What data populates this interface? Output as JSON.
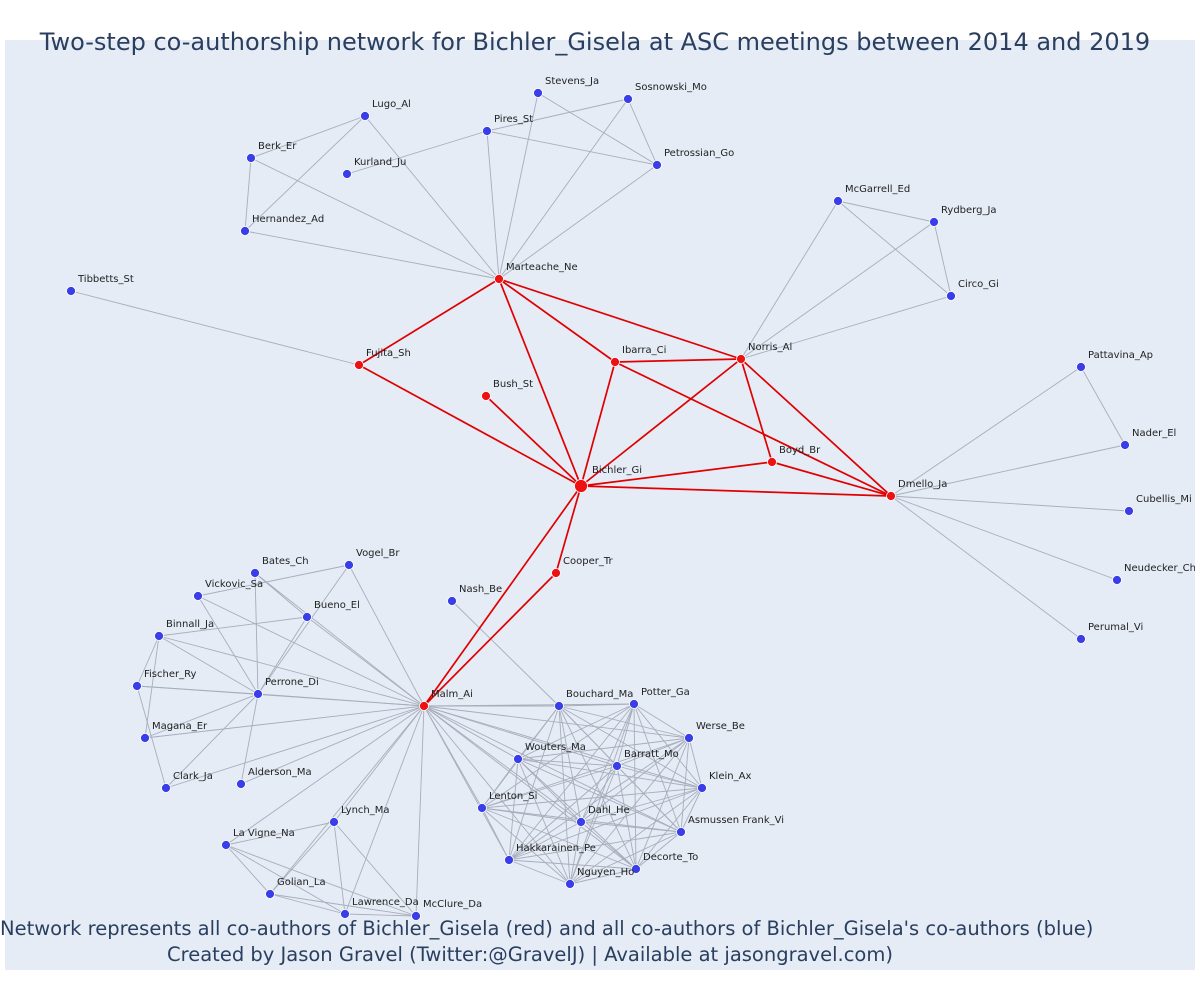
{
  "title": "Two-step co-authorship network for Bichler_Gisela at ASC meetings between 2014 and 2019",
  "caption": {
    "line1": "Network represents all co-authors of Bichler_Gisela (red) and all co-authors of Bichler_Gisela's co-authors (blue)",
    "line2": "Created by Jason Gravel (Twitter:@GravelJ) | Available at jasongravel.com)"
  },
  "colors": {
    "background": "#e5ecf6",
    "red_node": "#ee1111",
    "blue_node": "#3a3ee8",
    "red_edge": "#e00000",
    "gray_edge": "#a9adbb",
    "text": "#2a3f5f"
  },
  "chart_data": {
    "type": "network",
    "center": "Bichler_Gi",
    "nodes": [
      {
        "id": "Bichler_Gi",
        "group": "center"
      },
      {
        "id": "Marteache_Ne",
        "group": "red"
      },
      {
        "id": "Fujita_Sh",
        "group": "red"
      },
      {
        "id": "Bush_St",
        "group": "red"
      },
      {
        "id": "Ibarra_Ci",
        "group": "red"
      },
      {
        "id": "Norris_Al",
        "group": "red"
      },
      {
        "id": "Boyd_Br",
        "group": "red"
      },
      {
        "id": "Dmello_Ja",
        "group": "red"
      },
      {
        "id": "Cooper_Tr",
        "group": "red"
      },
      {
        "id": "Malm_Ai",
        "group": "red"
      },
      {
        "id": "Stevens_Ja",
        "group": "blue"
      },
      {
        "id": "Sosnowski_Mo",
        "group": "blue"
      },
      {
        "id": "Lugo_Al",
        "group": "blue"
      },
      {
        "id": "Pires_St",
        "group": "blue"
      },
      {
        "id": "Petrossian_Go",
        "group": "blue"
      },
      {
        "id": "Berk_Er",
        "group": "blue"
      },
      {
        "id": "Kurland_Ju",
        "group": "blue"
      },
      {
        "id": "Hernandez_Ad",
        "group": "blue"
      },
      {
        "id": "McGarrell_Ed",
        "group": "blue"
      },
      {
        "id": "Rydberg_Ja",
        "group": "blue"
      },
      {
        "id": "Circo_Gi",
        "group": "blue"
      },
      {
        "id": "Tibbetts_St",
        "group": "blue"
      },
      {
        "id": "Pattavina_Ap",
        "group": "blue"
      },
      {
        "id": "Nader_El",
        "group": "blue"
      },
      {
        "id": "Cubellis_Mi",
        "group": "blue"
      },
      {
        "id": "Neudecker_Ch",
        "group": "blue"
      },
      {
        "id": "Perumal_Vi",
        "group": "blue"
      },
      {
        "id": "Bates_Ch",
        "group": "blue"
      },
      {
        "id": "Vogel_Br",
        "group": "blue"
      },
      {
        "id": "Vickovic_Sa",
        "group": "blue"
      },
      {
        "id": "Bueno_El",
        "group": "blue"
      },
      {
        "id": "Binnall_Ja",
        "group": "blue"
      },
      {
        "id": "Nash_Be",
        "group": "blue"
      },
      {
        "id": "Fischer_Ry",
        "group": "blue"
      },
      {
        "id": "Perrone_Di",
        "group": "blue"
      },
      {
        "id": "Magana_Er",
        "group": "blue"
      },
      {
        "id": "Clark_Ja",
        "group": "blue"
      },
      {
        "id": "Alderson_Ma",
        "group": "blue"
      },
      {
        "id": "Lynch_Ma",
        "group": "blue"
      },
      {
        "id": "La Vigne_Na",
        "group": "blue"
      },
      {
        "id": "Golian_La",
        "group": "blue"
      },
      {
        "id": "Lawrence_Da",
        "group": "blue"
      },
      {
        "id": "McClure_Da",
        "group": "blue"
      },
      {
        "id": "Bouchard_Ma",
        "group": "blue"
      },
      {
        "id": "Potter_Ga",
        "group": "blue"
      },
      {
        "id": "Werse_Be",
        "group": "blue"
      },
      {
        "id": "Wouters_Ma",
        "group": "blue"
      },
      {
        "id": "Barratt_Mo",
        "group": "blue"
      },
      {
        "id": "Klein_Ax",
        "group": "blue"
      },
      {
        "id": "Lenton_Si",
        "group": "blue"
      },
      {
        "id": "Dahl_He",
        "group": "blue"
      },
      {
        "id": "Asmussen Frank_Vi",
        "group": "blue"
      },
      {
        "id": "Hakkarainen_Pe",
        "group": "blue"
      },
      {
        "id": "Decorte_To",
        "group": "blue"
      },
      {
        "id": "Nguyen_Ho",
        "group": "blue"
      }
    ],
    "red_edges": [
      [
        "Bichler_Gi",
        "Marteache_Ne"
      ],
      [
        "Bichler_Gi",
        "Fujita_Sh"
      ],
      [
        "Bichler_Gi",
        "Bush_St"
      ],
      [
        "Bichler_Gi",
        "Ibarra_Ci"
      ],
      [
        "Bichler_Gi",
        "Norris_Al"
      ],
      [
        "Bichler_Gi",
        "Boyd_Br"
      ],
      [
        "Bichler_Gi",
        "Dmello_Ja"
      ],
      [
        "Bichler_Gi",
        "Cooper_Tr"
      ],
      [
        "Bichler_Gi",
        "Malm_Ai"
      ],
      [
        "Marteache_Ne",
        "Fujita_Sh"
      ],
      [
        "Marteache_Ne",
        "Ibarra_Ci"
      ],
      [
        "Marteache_Ne",
        "Norris_Al"
      ],
      [
        "Ibarra_Ci",
        "Norris_Al"
      ],
      [
        "Ibarra_Ci",
        "Dmello_Ja"
      ],
      [
        "Norris_Al",
        "Boyd_Br"
      ],
      [
        "Norris_Al",
        "Dmello_Ja"
      ],
      [
        "Boyd_Br",
        "Dmello_Ja"
      ],
      [
        "Cooper_Tr",
        "Malm_Ai"
      ]
    ],
    "gray_edges": [
      [
        "Marteache_Ne",
        "Stevens_Ja"
      ],
      [
        "Marteache_Ne",
        "Sosnowski_Mo"
      ],
      [
        "Marteache_Ne",
        "Pires_St"
      ],
      [
        "Marteache_Ne",
        "Petrossian_Go"
      ],
      [
        "Marteache_Ne",
        "Lugo_Al"
      ],
      [
        "Marteache_Ne",
        "Hernandez_Ad"
      ],
      [
        "Pires_St",
        "Kurland_Ju"
      ],
      [
        "Pires_St",
        "Sosnowski_Mo"
      ],
      [
        "Pires_St",
        "Petrossian_Go"
      ],
      [
        "Stevens_Ja",
        "Petrossian_Go"
      ],
      [
        "Sosnowski_Mo",
        "Petrossian_Go"
      ],
      [
        "Lugo_Al",
        "Berk_Er"
      ],
      [
        "Lugo_Al",
        "Hernandez_Ad"
      ],
      [
        "Berk_Er",
        "Hernandez_Ad"
      ],
      [
        "Berk_Er",
        "Marteache_Ne"
      ],
      [
        "Norris_Al",
        "McGarrell_Ed"
      ],
      [
        "Norris_Al",
        "Rydberg_Ja"
      ],
      [
        "Norris_Al",
        "Circo_Gi"
      ],
      [
        "McGarrell_Ed",
        "Rydberg_Ja"
      ],
      [
        "McGarrell_Ed",
        "Circo_Gi"
      ],
      [
        "Rydberg_Ja",
        "Circo_Gi"
      ],
      [
        "Fujita_Sh",
        "Tibbetts_St"
      ],
      [
        "Dmello_Ja",
        "Pattavina_Ap"
      ],
      [
        "Dmello_Ja",
        "Nader_El"
      ],
      [
        "Dmello_Ja",
        "Cubellis_Mi"
      ],
      [
        "Dmello_Ja",
        "Neudecker_Ch"
      ],
      [
        "Dmello_Ja",
        "Perumal_Vi"
      ],
      [
        "Pattavina_Ap",
        "Nader_El"
      ],
      [
        "Malm_Ai",
        "Bates_Ch"
      ],
      [
        "Malm_Ai",
        "Vogel_Br"
      ],
      [
        "Malm_Ai",
        "Vickovic_Sa"
      ],
      [
        "Malm_Ai",
        "Bueno_El"
      ],
      [
        "Malm_Ai",
        "Binnall_Ja"
      ],
      [
        "Malm_Ai",
        "Fischer_Ry"
      ],
      [
        "Malm_Ai",
        "Perrone_Di"
      ],
      [
        "Malm_Ai",
        "Magana_Er"
      ],
      [
        "Malm_Ai",
        "Clark_Ja"
      ],
      [
        "Malm_Ai",
        "Alderson_Ma"
      ],
      [
        "Malm_Ai",
        "Lynch_Ma"
      ],
      [
        "Malm_Ai",
        "La Vigne_Na"
      ],
      [
        "Malm_Ai",
        "Golian_La"
      ],
      [
        "Malm_Ai",
        "Lawrence_Da"
      ],
      [
        "Malm_Ai",
        "McClure_Da"
      ],
      [
        "Nash_Be",
        "Bouchard_Ma"
      ],
      [
        "Bates_Ch",
        "Bueno_El"
      ],
      [
        "Bates_Ch",
        "Perrone_Di"
      ],
      [
        "Vogel_Br",
        "Vickovic_Sa"
      ],
      [
        "Vogel_Br",
        "Perrone_Di"
      ],
      [
        "Bueno_El",
        "Binnall_Ja"
      ],
      [
        "Bueno_El",
        "Perrone_Di"
      ],
      [
        "Binnall_Ja",
        "Perrone_Di"
      ],
      [
        "Binnall_Ja",
        "Fischer_Ry"
      ],
      [
        "Binnall_Ja",
        "Magana_Er"
      ],
      [
        "Fischer_Ry",
        "Perrone_Di"
      ],
      [
        "Fischer_Ry",
        "Clark_Ja"
      ],
      [
        "Perrone_Di",
        "Magana_Er"
      ],
      [
        "Perrone_Di",
        "Clark_Ja"
      ],
      [
        "Perrone_Di",
        "Alderson_Ma"
      ],
      [
        "Vickovic_Sa",
        "Perrone_Di"
      ],
      [
        "Lynch_Ma",
        "La Vigne_Na"
      ],
      [
        "Lynch_Ma",
        "Golian_La"
      ],
      [
        "Lynch_Ma",
        "Lawrence_Da"
      ],
      [
        "Lynch_Ma",
        "McClure_Da"
      ],
      [
        "La Vigne_Na",
        "Golian_La"
      ],
      [
        "La Vigne_Na",
        "Lawrence_Da"
      ],
      [
        "La Vigne_Na",
        "McClure_Da"
      ],
      [
        "Golian_La",
        "Lawrence_Da"
      ],
      [
        "Golian_La",
        "McClure_Da"
      ],
      [
        "Lawrence_Da",
        "McClure_Da"
      ]
    ],
    "cluster": {
      "hub": "Malm_Ai",
      "members": [
        "Bouchard_Ma",
        "Potter_Ga",
        "Werse_Be",
        "Wouters_Ma",
        "Barratt_Mo",
        "Klein_Ax",
        "Lenton_Si",
        "Dahl_He",
        "Asmussen Frank_Vi",
        "Hakkarainen_Pe",
        "Decorte_To",
        "Nguyen_Ho"
      ],
      "fully_connected": true
    }
  }
}
